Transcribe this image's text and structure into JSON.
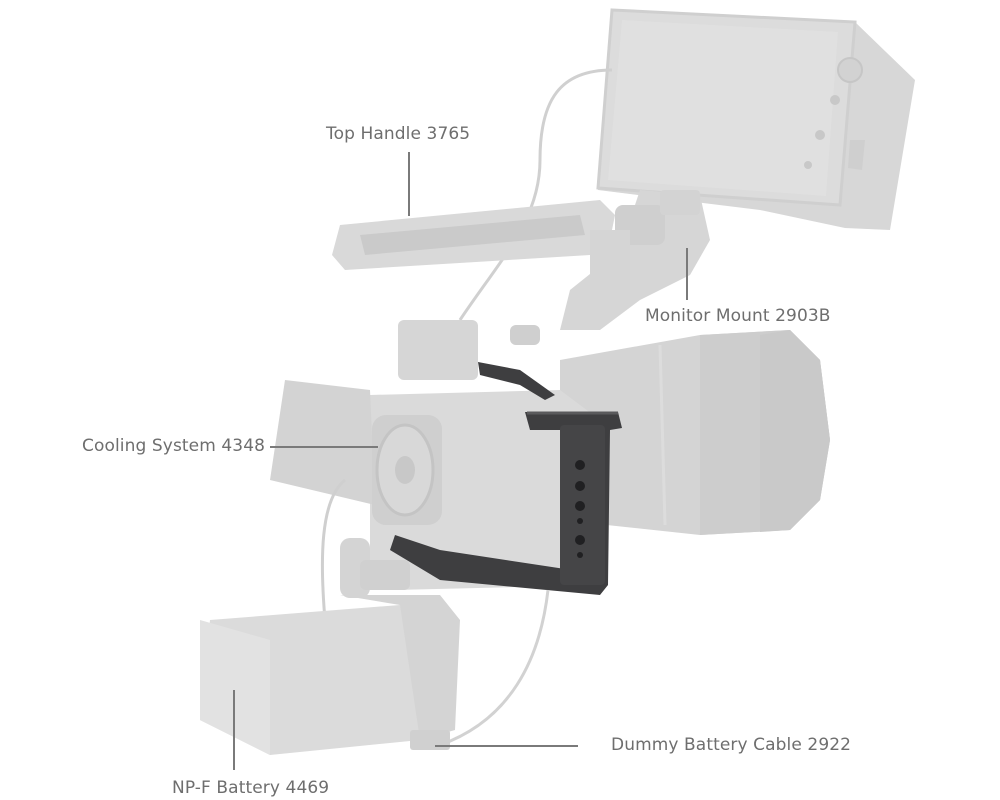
{
  "diagram": {
    "subject": "camera-cage-kit",
    "colors": {
      "background": "#ffffff",
      "label_text": "#6e6e6e",
      "leader_line": "#7a7a7a",
      "ghost_gear": "#d9d9d9",
      "ghost_gear_shadow": "#c4c4c4",
      "cage": "#3e3e40",
      "cage_highlight": "#5a5a5c"
    },
    "labels": [
      {
        "id": "top-handle",
        "text": "Top Handle 3765"
      },
      {
        "id": "monitor-mount",
        "text": "Monitor Mount 2903B"
      },
      {
        "id": "cooling-system",
        "text": "Cooling System  4348"
      },
      {
        "id": "dummy-battery-cable",
        "text": "Dummy Battery Cable 2922"
      },
      {
        "id": "npf-battery",
        "text": "NP-F Battery 4469"
      }
    ]
  }
}
